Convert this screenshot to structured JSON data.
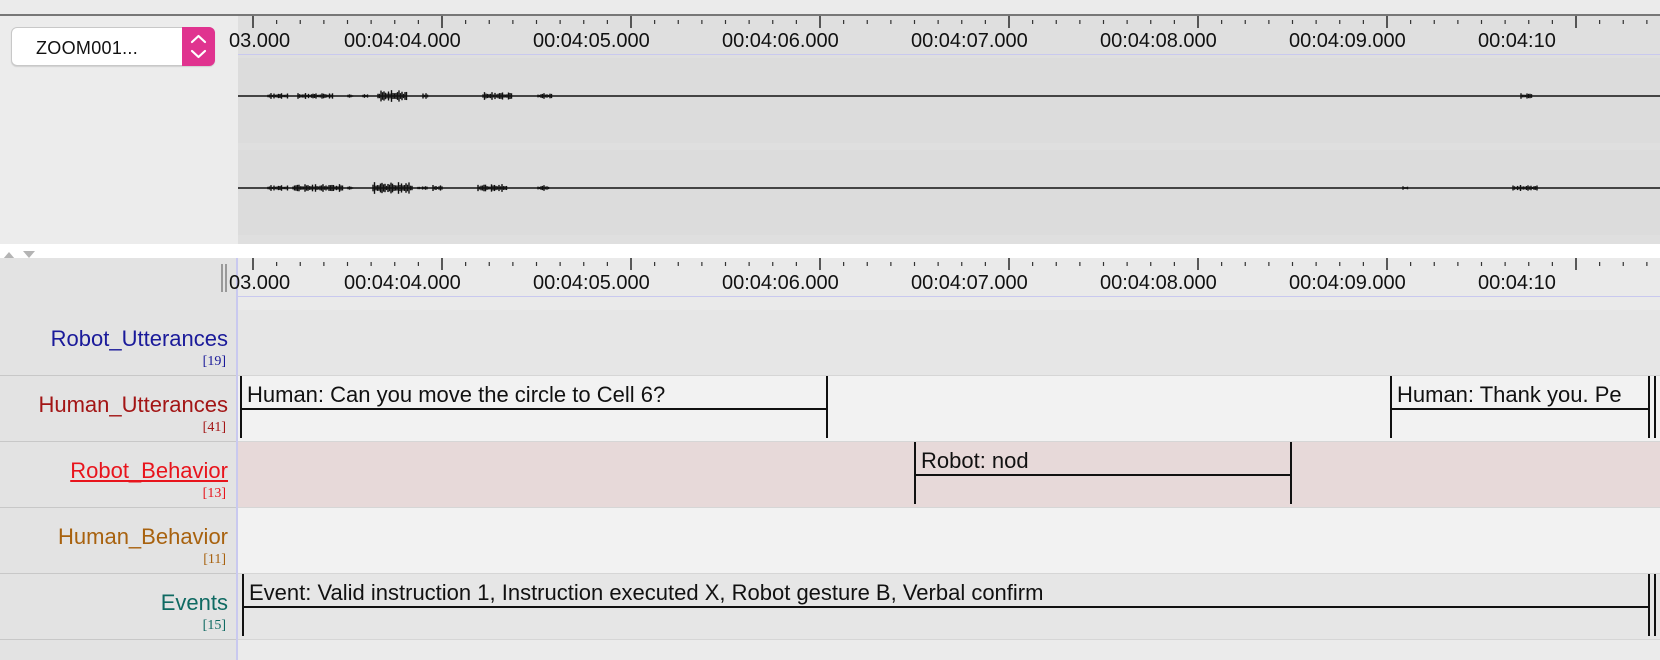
{
  "media_selector": {
    "label": "ZOOM001..."
  },
  "ruler": {
    "labels": [
      "03.000",
      "00:04:04.000",
      "00:04:05.000",
      "00:04:06.000",
      "00:04:07.000",
      "00:04:08.000",
      "00:04:09.000",
      "00:04:10"
    ]
  },
  "tiers": [
    {
      "name": "Robot_Utterances",
      "count": "[19]",
      "label_color": "#1a1a9a",
      "row_color": "#e6e6e6"
    },
    {
      "name": "Human_Utterances",
      "count": "[41]",
      "label_color": "#a31515",
      "row_color": "#f2f2f2"
    },
    {
      "name": "Robot_Behavior",
      "count": "[13]",
      "label_color": "#e8141c",
      "row_color": "#e7d9d9",
      "selected": true
    },
    {
      "name": "Human_Behavior",
      "count": "[11]",
      "label_color": "#a8620f",
      "row_color": "#f2f2f2"
    },
    {
      "name": "Events",
      "count": "[15]",
      "label_color": "#0f6a62",
      "row_color": "#e6e6e6"
    }
  ],
  "annotations": {
    "human_1": "Human: Can you move the circle to Cell 6?",
    "human_2": "Human: Thank you. Pe",
    "robot_1": "Robot: nod",
    "event_1": "Event: Valid instruction 1, Instruction executed X, Robot gesture B, Verbal confirm"
  },
  "colors": {
    "accent": "#e0338f",
    "ruler_base": "#c9c9ef"
  }
}
